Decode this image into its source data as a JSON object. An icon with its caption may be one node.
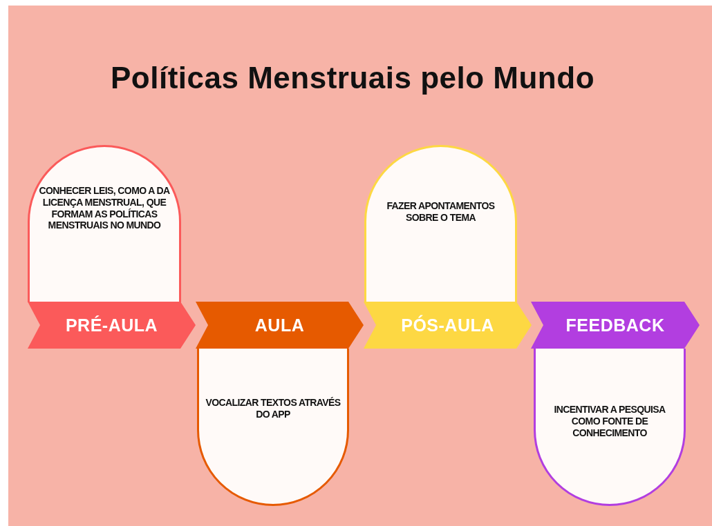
{
  "diagram": {
    "title": "Políticas Menstruais pelo Mundo",
    "nodes": [
      {
        "text": [
          "CONHECER LEIS, COMO A DA LICENÇA MENSTRUAL, QUE FORMAM AS POLÍTICAS MENSTRUAIS NO MUNDO"
        ]
      },
      {
        "text": [
          "FAZER APONTAMENTOS SOBRE O TEMA"
        ]
      },
      {
        "text": [
          "PRÉ-AULA"
        ]
      },
      {
        "text": [
          "AULA"
        ]
      },
      {
        "text": [
          "PÓS-AULA"
        ]
      },
      {
        "text": [
          "FEEDBACK"
        ]
      },
      {
        "text": [
          "VOCALIZAR TEXTOS ATRAVÉS DO APP"
        ]
      },
      {
        "text": [
          "INCENTIVAR A PESQUISA COMO FONTE DE CONHECIMENTO"
        ]
      }
    ]
  }
}
